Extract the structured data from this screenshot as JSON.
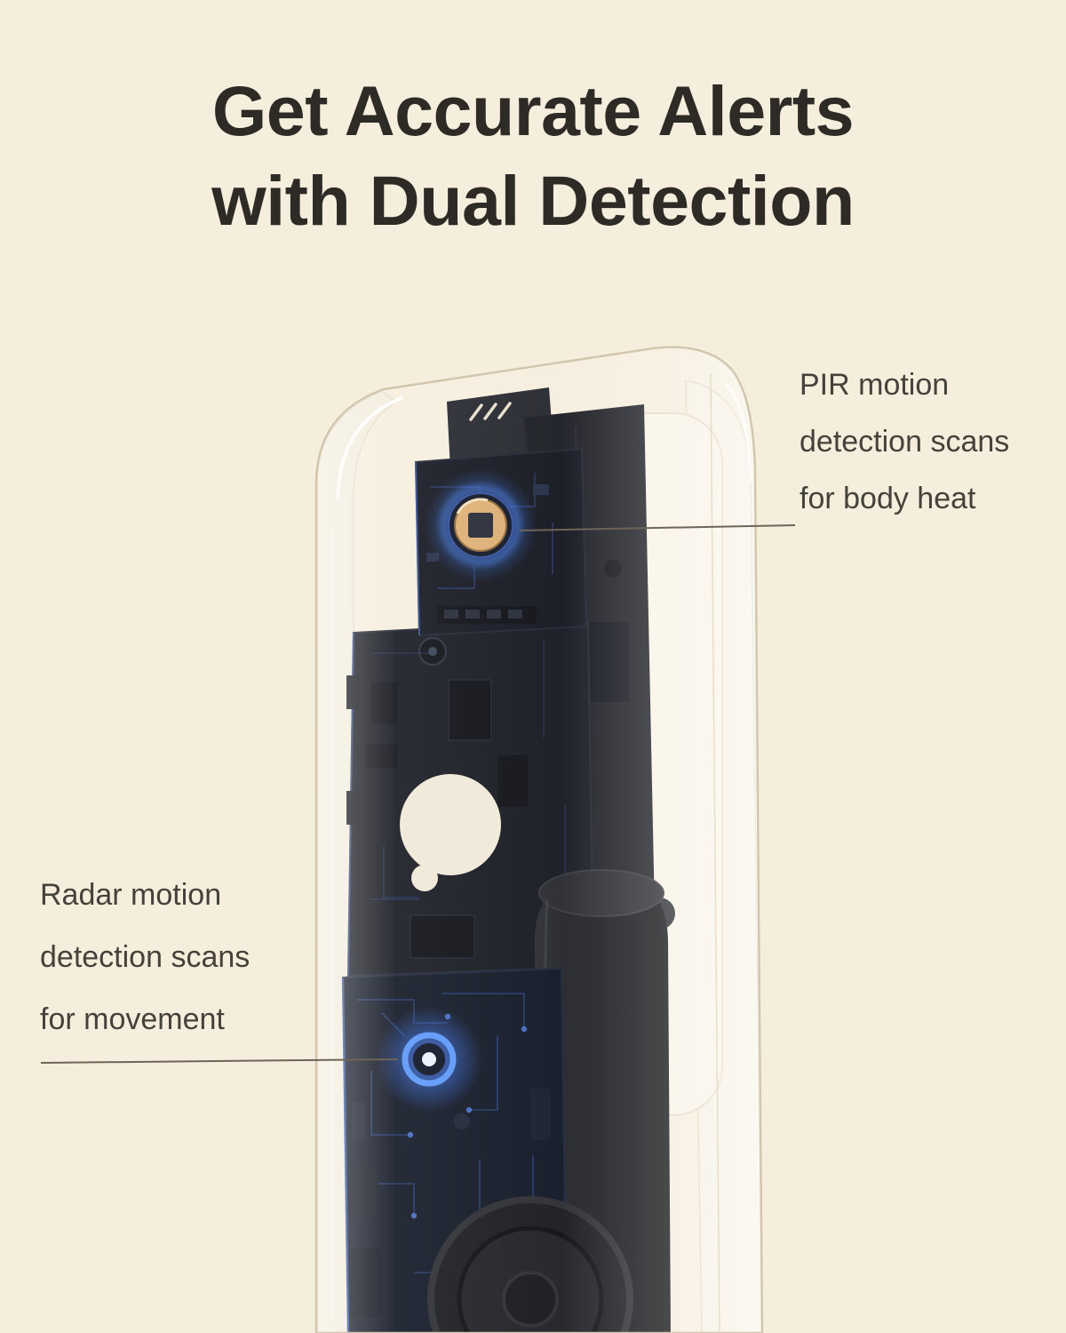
{
  "page": {
    "title": {
      "line1": "Get Accurate Alerts",
      "line2": "with Dual Detection"
    }
  },
  "callouts": {
    "pir": {
      "line1": "PIR motion",
      "line2": "detection scans",
      "line3": "for body heat"
    },
    "radar": {
      "line1": "Radar motion",
      "line2": "detection scans",
      "line3": "for movement"
    }
  },
  "illustration": {
    "subject": "Transparent smart video doorbell cutaway render showing internal circuit boards with a glowing blue PIR sensor on the upper board and a glowing blue radar sensor on the lower board"
  },
  "colors": {
    "page_bg": "#f6eedd",
    "title": "#2e2b27",
    "callout_text": "#45413b",
    "callout_line": "#6e6457",
    "glow_blue": "#3d7bff",
    "pcb": "#12151f"
  }
}
